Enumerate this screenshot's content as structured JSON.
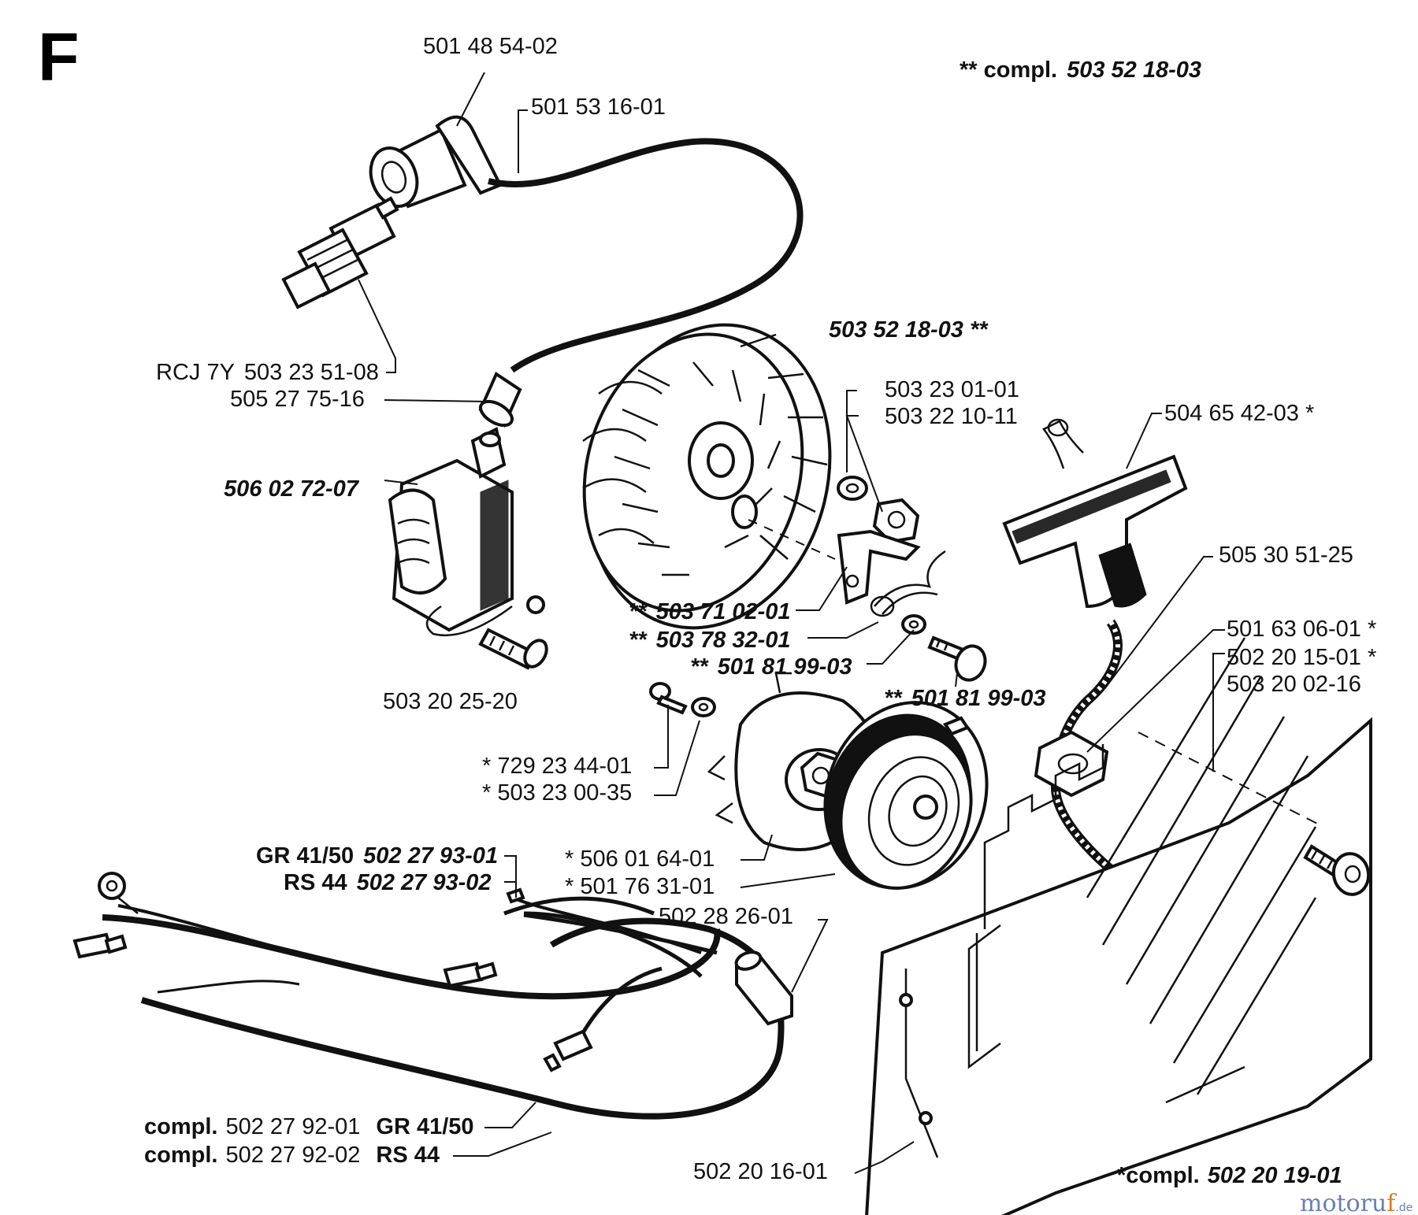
{
  "section_letter": "F",
  "header_note": {
    "prefix": "** compl.",
    "number": "503 52 18-03"
  },
  "labels": {
    "boot": "501 48 54-02",
    "cable": "501 53 16-01",
    "plug_prefix": "RCJ 7Y",
    "plug": "503 23 51-08",
    "cable_end": "505 27 75-16",
    "coil": "506 02 72-07",
    "coil_screw": "503 20 25-20",
    "flywheel": "503 52 18-03",
    "flywheel_suffix": "**",
    "washer": "503 23 01-01",
    "nut": "503 22 10-11",
    "pawl_prefix": "**",
    "pawl": "503 71 02-01",
    "spring_prefix": "**",
    "spring": "503 78 32-01",
    "pawl_washer_prefix": "**",
    "pawl_washer": "501 81 99-03",
    "pawl_bolt_prefix": "**",
    "pawl_bolt": "501 81 99-03",
    "handle": "504 65 42-03 *",
    "rope": "505 30 51-25",
    "bushing1": "501 63 06-01 *",
    "bushing2": "502 20 15-01 *",
    "cover_screw": "503 20 02-16",
    "pulley_screw": "* 729 23 44-01",
    "pulley_washer": "* 503 23 00-35",
    "pulley": "* 506 01 64-01",
    "spring_cassette": "* 501 76 31-01",
    "wire_gr_prefix": "GR 41/50",
    "wire_gr": "502 27 93-01",
    "wire_rs_prefix": "RS 44",
    "wire_rs": "502 27 93-02",
    "sleeve": "502 28 26-01",
    "harness1_prefix": "compl.",
    "harness1": "502 27 92-01",
    "harness1_model": "GR 41/50",
    "harness2_prefix": "compl.",
    "harness2": "502 27 92-02",
    "harness2_model": "RS 44",
    "cover": "502 20 16-01",
    "cover_compl_prefix": "*compl.",
    "cover_compl": "502 20 19-01"
  },
  "watermark": {
    "main": "motoru",
    "accent": "f",
    "suffix": ".de"
  },
  "colors": {
    "ink": "#111111",
    "paper": "#ffffff",
    "brand": "#6a7fb5",
    "brand_accent": "#e07b22"
  }
}
